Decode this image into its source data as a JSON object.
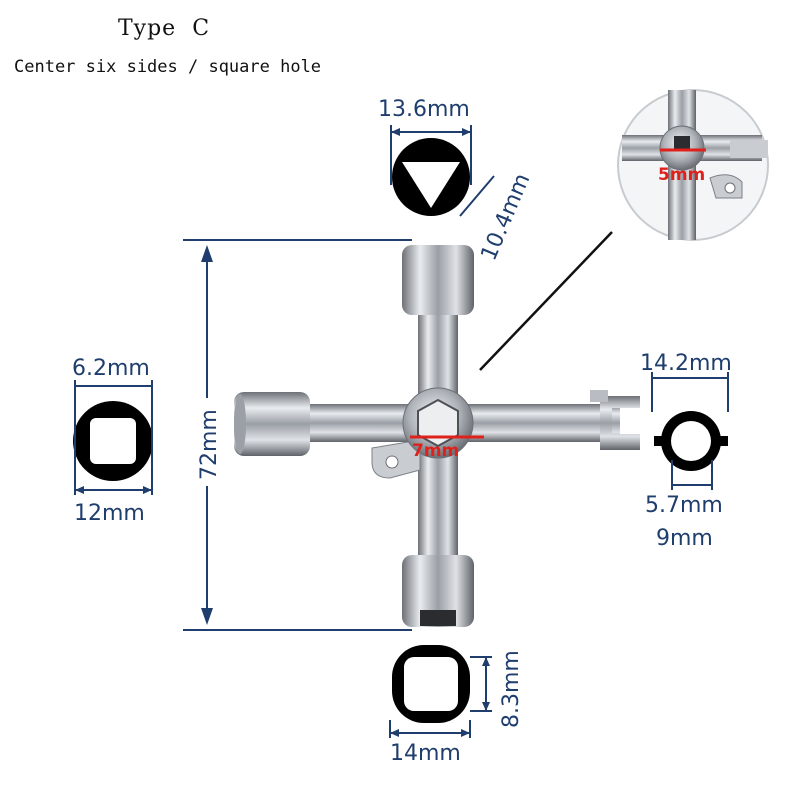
{
  "title": "Type  C",
  "subtitle": "Center six sides / square hole",
  "dimensions": {
    "top_width": "13.6mm",
    "top_depth": "10.4mm",
    "left_inner": "6.2mm",
    "left_outer": "12mm",
    "height": "72mm",
    "right_outer": "14.2mm",
    "right_inner": "5.7mm",
    "right_depth": "9mm",
    "bottom_height": "8.3mm",
    "bottom_width": "14mm",
    "center_size": "7mm",
    "inset_size": "5mm"
  },
  "colors": {
    "dimension": "#1f3e6e",
    "highlight": "#e0201b",
    "metal": "#b8bcc2"
  }
}
